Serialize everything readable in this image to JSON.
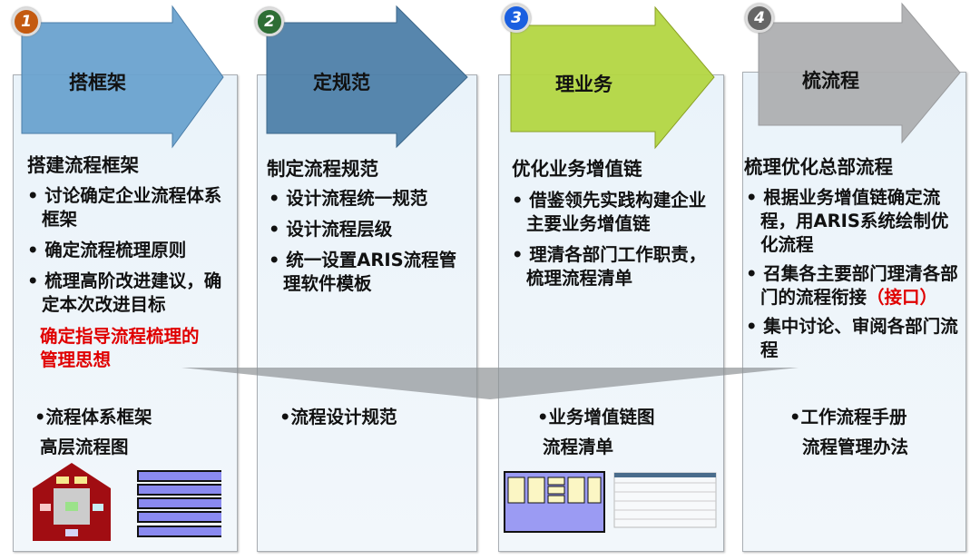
{
  "stages": [
    {
      "number": "1",
      "arrow_label": "搭框架",
      "title": "搭建流程框架",
      "badge_color": "#c45a10",
      "arrow_color": "#6aa2cf",
      "bullets": [
        "讨论确定企业流程体系框架",
        "确定流程梳理原则",
        "梳理高阶改进建议，确定本次改进目标"
      ],
      "highlight": "确定指导流程梳理的管理思想",
      "deliverables": [
        "•流程体系框架",
        "高层流程图"
      ]
    },
    {
      "number": "2",
      "arrow_label": "定规范",
      "title": "制定流程规范",
      "badge_color": "#2e6e35",
      "arrow_color": "#4e80a9",
      "bullets": [
        "设计流程统一规范",
        "设计流程层级",
        "统一设置ARIS流程管理软件模板"
      ],
      "deliverables": [
        "•流程设计规范"
      ]
    },
    {
      "number": "3",
      "arrow_label": "理业务",
      "title": "优化业务增值链",
      "badge_color": "#1a5fe0",
      "arrow_color": "#b3d642",
      "bullets": [
        "借鉴领先实践构建企业主要业务增值链",
        "理清各部门工作职责，梳理流程清单"
      ],
      "deliverables": [
        "•业务增值链图",
        "流程清单"
      ]
    },
    {
      "number": "4",
      "arrow_label": "梳流程",
      "title": "梳理优化总部流程",
      "badge_color": "#666666",
      "arrow_color": "#aeafb1",
      "bullets": [
        "根据业务增值链确定流程，用ARIS系统绘制优化流程",
        "召集各主要部门理清各部门的流程衔接"
      ],
      "bullet2_highlight": "（接口）",
      "extra_bullet": "集中讨论、审阅各部门流程",
      "deliverables": [
        "•工作流程手册",
        "流程管理办法"
      ]
    }
  ]
}
